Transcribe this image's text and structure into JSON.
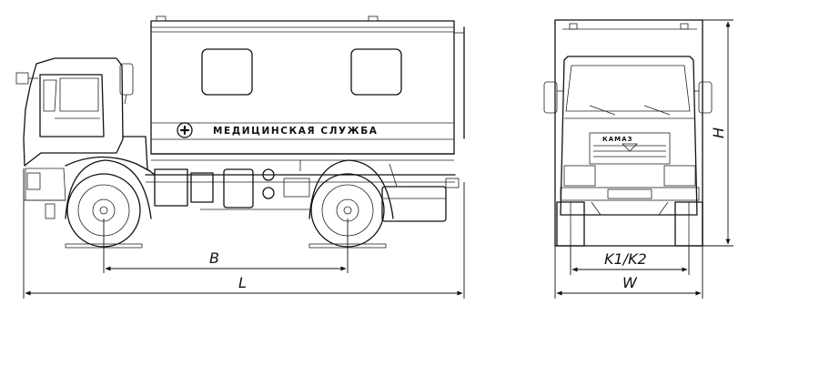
{
  "side_view": {
    "body_label": "МЕДИЦИНСКАЯ СЛУЖБА",
    "dimension_wheelbase": "B",
    "dimension_length": "L"
  },
  "front_view": {
    "grille_brand": "КАМАЗ",
    "dimension_track": "K1/K2",
    "dimension_width": "W",
    "dimension_height": "H"
  }
}
